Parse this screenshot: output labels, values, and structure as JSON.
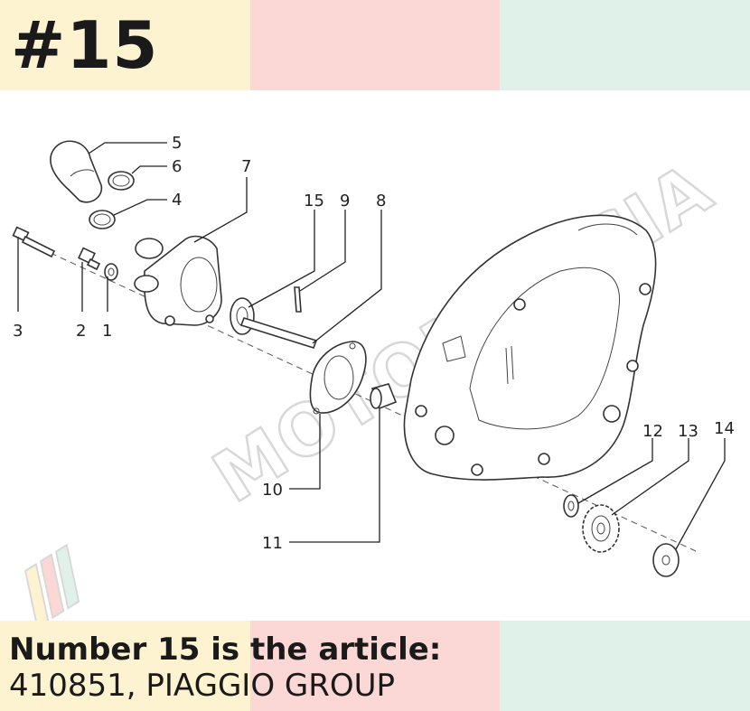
{
  "colors": {
    "yellow": "#fdf3d0",
    "pink": "#fbd7d5",
    "mint": "#e0f1ea",
    "text": "#1a1a1a",
    "watermark_stroke": "#d8d8d8"
  },
  "header": {
    "title": "#15"
  },
  "caption": {
    "line1": "Number 15 is the article:",
    "line2": "410851, PIAGGIO GROUP"
  },
  "diagram": {
    "watermark": "MOTOMURCIA",
    "callouts": {
      "n1": "1",
      "n2": "2",
      "n3": "3",
      "n4": "4",
      "n5": "5",
      "n6": "6",
      "n7": "7",
      "n8": "8",
      "n9": "9",
      "n10": "10",
      "n11": "11",
      "n12": "12",
      "n13": "13",
      "n14": "14",
      "n15": "15"
    }
  }
}
